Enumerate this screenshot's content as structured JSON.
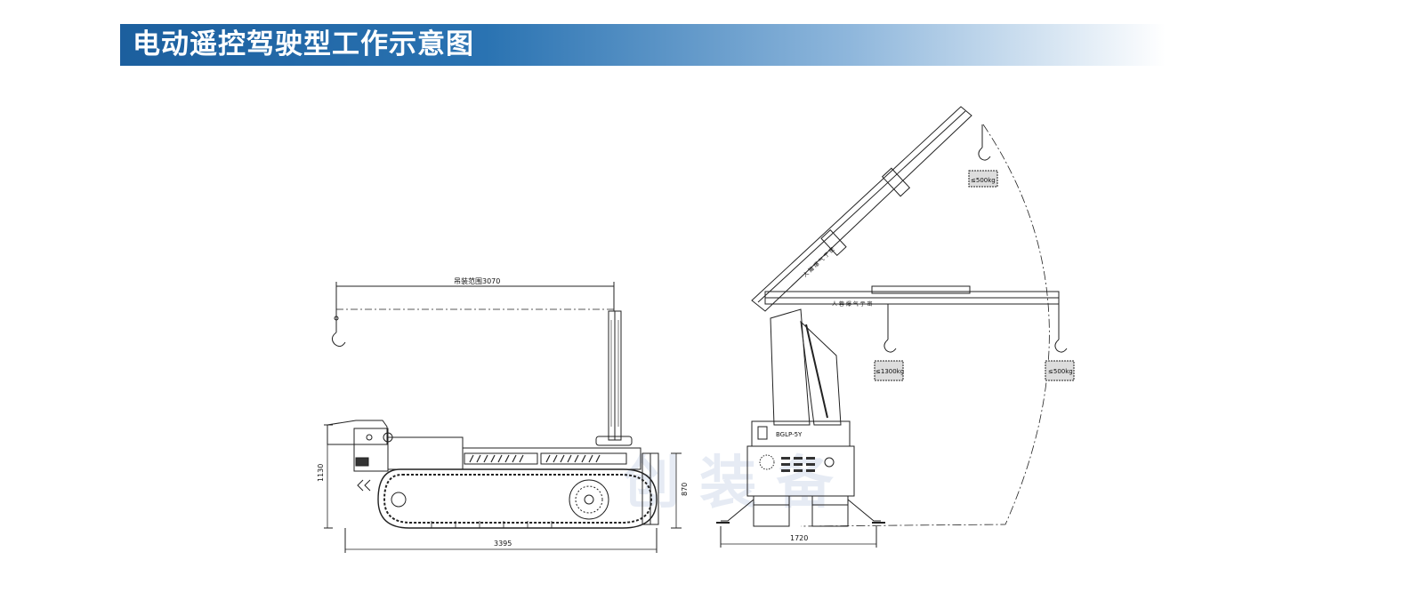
{
  "header": {
    "title": "电动遥控驾驶型工作示意图"
  },
  "diagram": {
    "side_view": {
      "lift_range_label": "吊装范围3070",
      "height_label": "1130",
      "track_height_label": "870",
      "length_label": "3395"
    },
    "front_view": {
      "model_label": "BGLP-5Y",
      "width_label": "1720",
      "load_top_label": "≤500kg",
      "load_mid_label": "≤1300kg",
      "load_right_label": "≤500kg",
      "boom_text_upper": "人 猫 爆 气 亍 密",
      "boom_text_lower": "人 蓉 爆 气 亍 密"
    },
    "watermark": "创 装 备"
  }
}
